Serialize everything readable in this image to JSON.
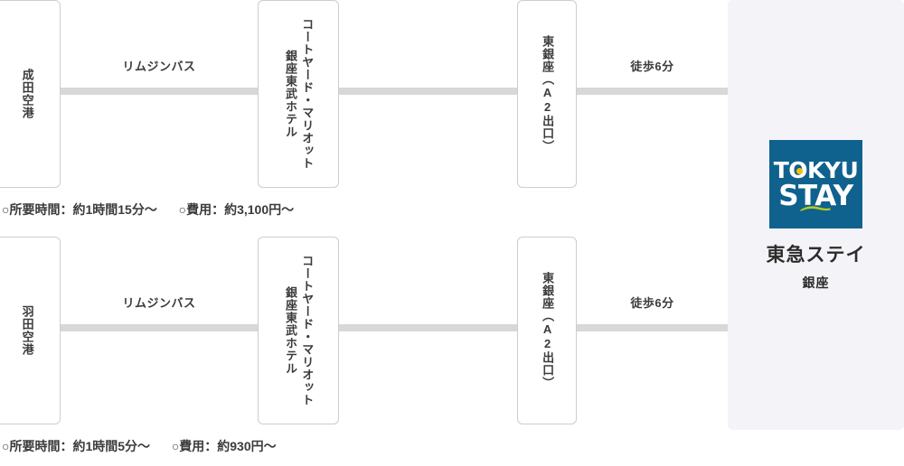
{
  "routes": [
    {
      "id": "narita",
      "nodes": [
        {
          "name": "origin-airport",
          "lines": [
            "成田空港"
          ]
        },
        {
          "name": "hotel-landmark",
          "lines": [
            "コートヤード・マリオット",
            "銀座東武ホテル"
          ]
        },
        {
          "name": "subway-station",
          "lines": [
            "東銀座（A2出口）"
          ]
        }
      ],
      "segments": [
        "リムジンバス",
        "",
        "徒歩6分"
      ],
      "note": {
        "duration": "○所要時間：約1時間15分〜",
        "fare": "○費用：約3,100円〜"
      }
    },
    {
      "id": "haneda",
      "nodes": [
        {
          "name": "origin-airport",
          "lines": [
            "羽田空港"
          ]
        },
        {
          "name": "hotel-landmark",
          "lines": [
            "コートヤード・マリオット",
            "銀座東武ホテル"
          ]
        },
        {
          "name": "subway-station",
          "lines": [
            "東銀座（A2出口）"
          ]
        }
      ],
      "segments": [
        "リムジンバス",
        "",
        "徒歩6分"
      ],
      "note": {
        "duration": "○所要時間：約1時間5分〜",
        "fare": "○費用：約930円〜"
      }
    }
  ],
  "brand": {
    "logo_top": "TOKYU",
    "logo_bottom": "STAY",
    "name_jp": "東急ステイ",
    "branch_jp": "銀座",
    "colors": {
      "logo_background": "#10628e",
      "logo_text": "#ffffff",
      "logo_accent_dot": "#f2c200",
      "logo_accent_swoosh": "#b5cc1f",
      "panel_background": "#f4f4f8",
      "connector": "#d8d8d8",
      "box_border": "#cdcdd2",
      "text": "#3b3b3b"
    }
  }
}
